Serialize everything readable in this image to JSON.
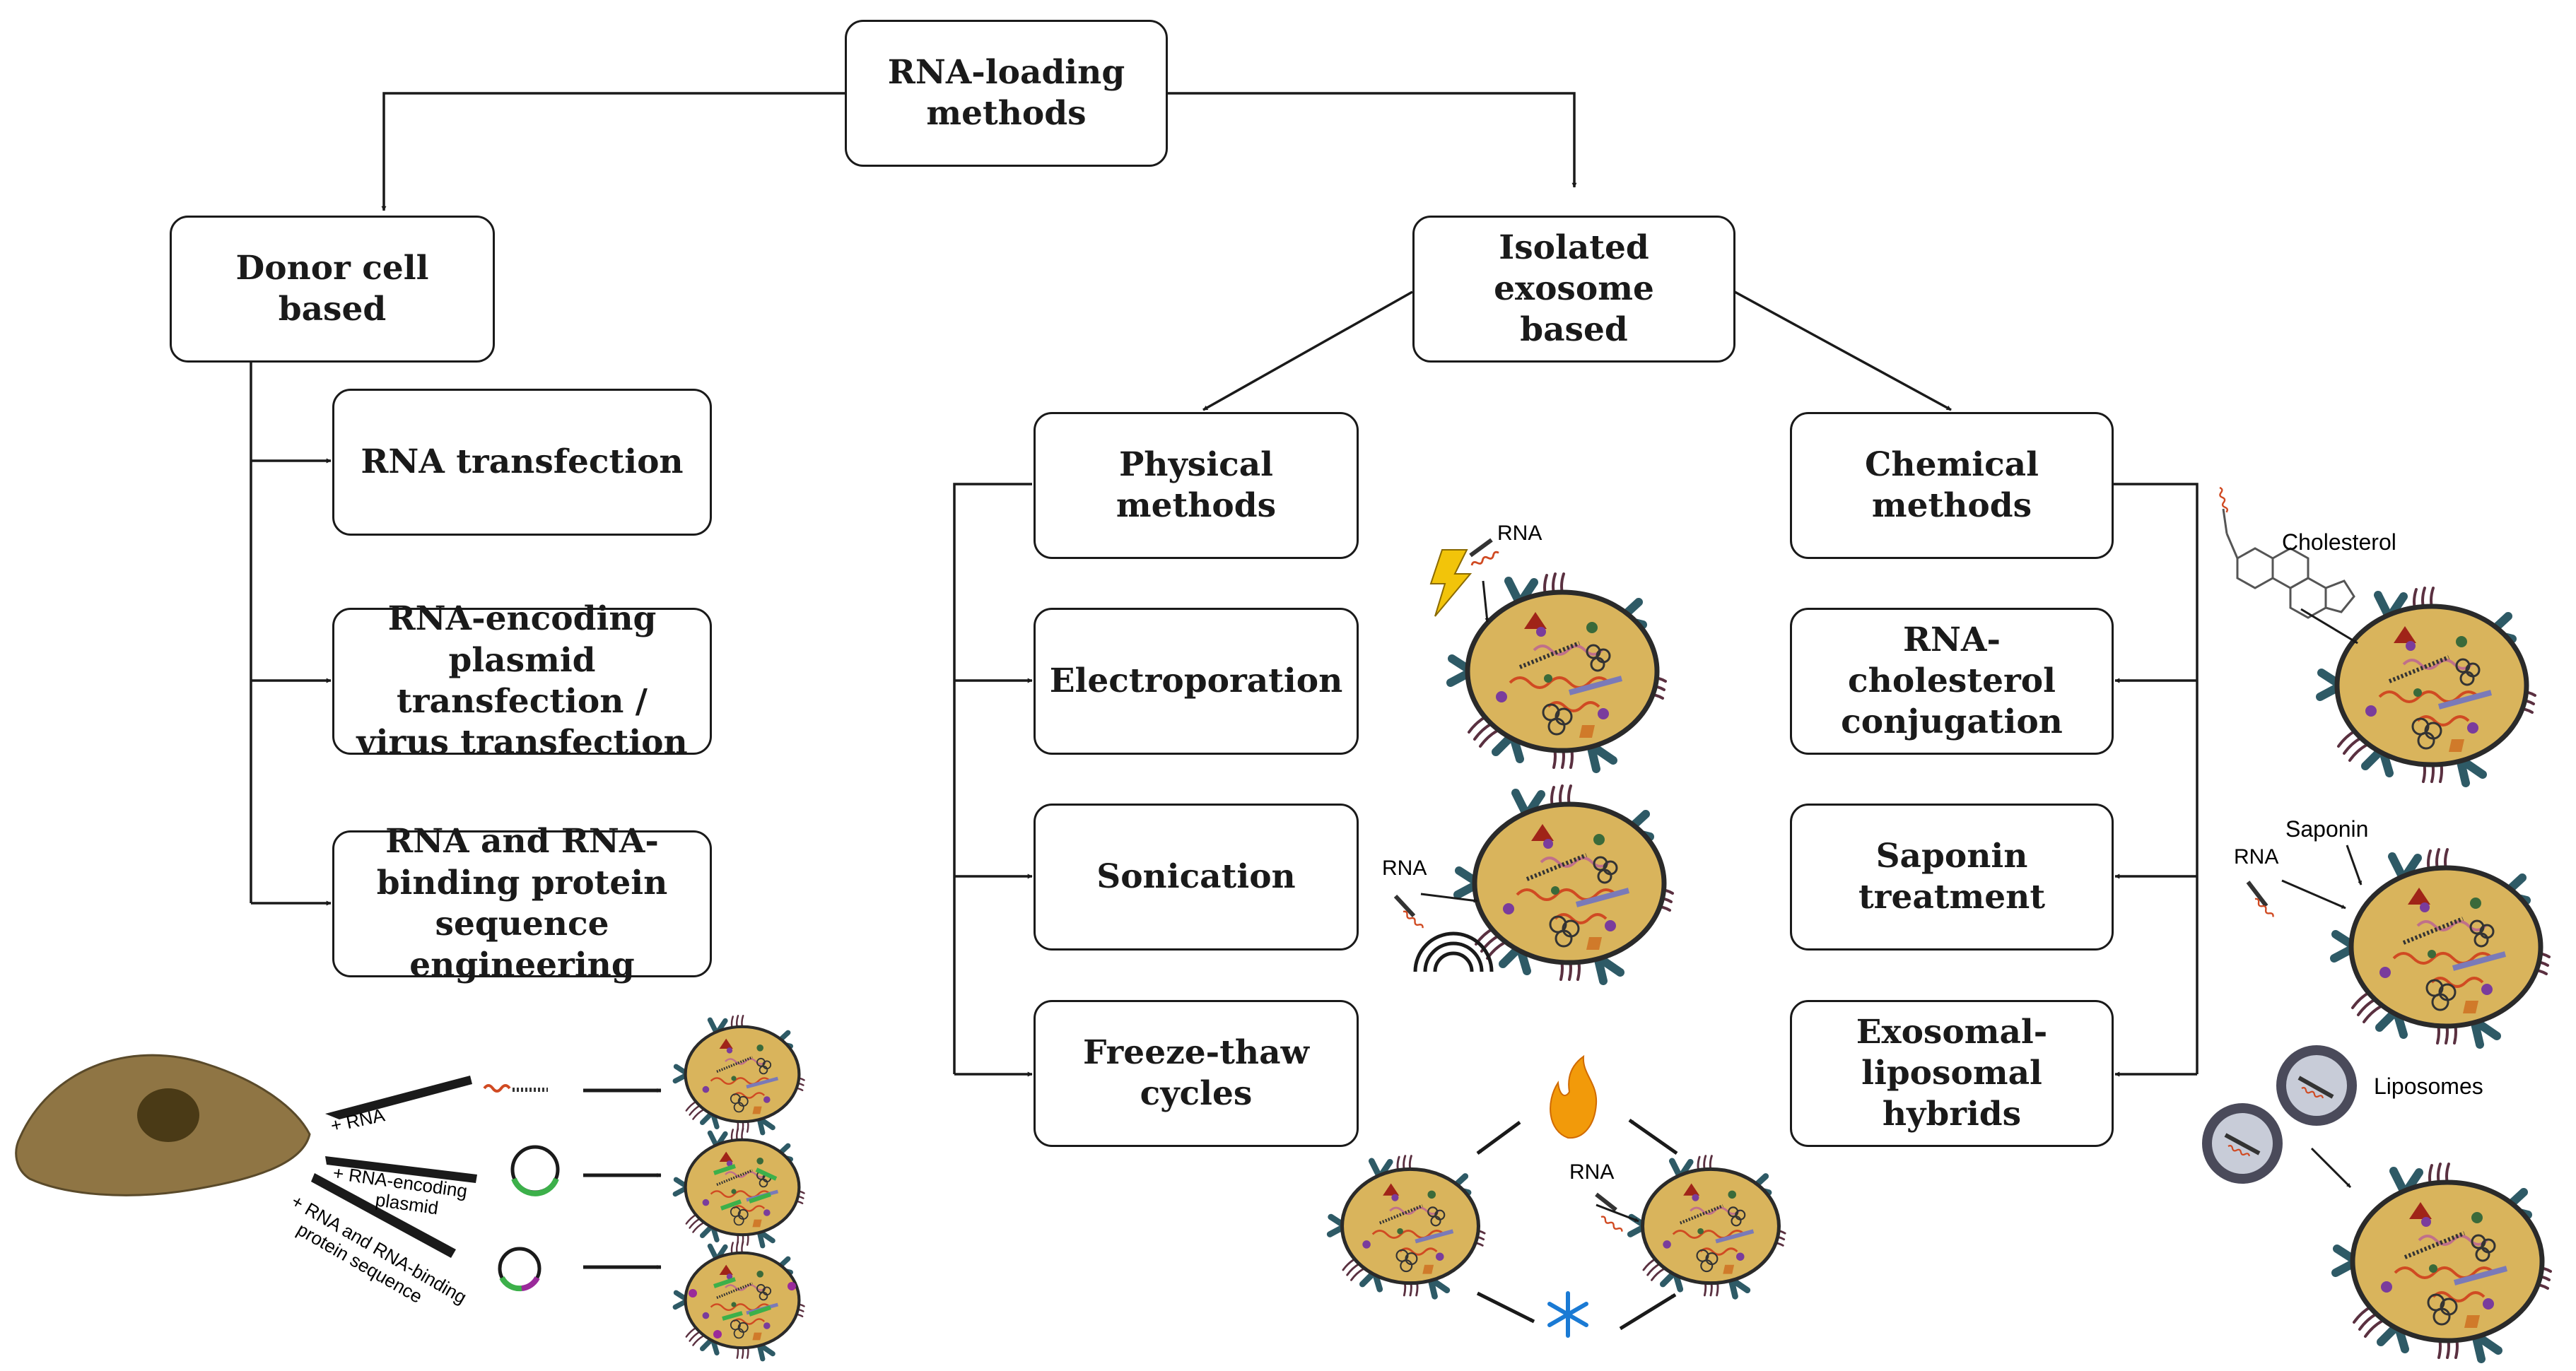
{
  "root": {
    "lines": [
      "RNA-loading",
      "methods"
    ]
  },
  "left": {
    "title": {
      "lines": [
        "Donor cell based"
      ]
    },
    "items": [
      {
        "lines": [
          "RNA transfection"
        ]
      },
      {
        "lines": [
          "RNA-encoding",
          "plasmid transfection /",
          "virus transfection"
        ]
      },
      {
        "lines": [
          "RNA and RNA-",
          "binding protein",
          "sequence engineering"
        ]
      }
    ],
    "illustration_labels": {
      "rna": "+ RNA",
      "plasmid_1": "+ RNA-encoding",
      "plasmid_2": "plasmid",
      "protein_1": "+ RNA and RNA-binding",
      "protein_2": "protein sequence"
    }
  },
  "right": {
    "title": {
      "lines": [
        "Isolated exosome",
        "based"
      ]
    },
    "physical": {
      "title": {
        "lines": [
          "Physical methods"
        ]
      },
      "items": [
        {
          "lines": [
            "Electroporation"
          ]
        },
        {
          "lines": [
            "Sonication"
          ]
        },
        {
          "lines": [
            "Freeze-thaw cycles"
          ]
        }
      ]
    },
    "chemical": {
      "title": {
        "lines": [
          "Chemical methods"
        ]
      },
      "items": [
        {
          "lines": [
            "RNA-cholesterol",
            "conjugation"
          ]
        },
        {
          "lines": [
            "Saponin treatment"
          ]
        },
        {
          "lines": [
            "Exosomal-",
            "liposomal hybrids"
          ]
        }
      ]
    }
  },
  "labels": {
    "rna": "RNA",
    "cholesterol": "Cholesterol",
    "saponin": "Saponin",
    "liposomes": "Liposomes"
  },
  "colors": {
    "exosome_fill": "#d9b45c",
    "exosome_border": "#2a2a2a",
    "receptor": "#2e5a66",
    "lipid": "#5a3040",
    "rna": "#d04a22",
    "cell": "#8f7544",
    "nucleus": "#4a3a16",
    "plasmid_insert": "#3cb04a",
    "protein_mark": "#9a2a9a",
    "bolt": "#f2c40a",
    "flame": "#f29a0a",
    "snowflake": "#1a7ad4",
    "liposome_outer": "#4a4a5a",
    "liposome_inner": "#c8ccd8"
  }
}
